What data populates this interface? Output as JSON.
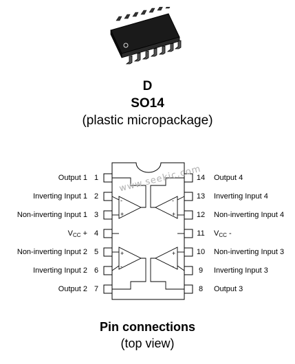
{
  "package": {
    "letter": "D",
    "name": "SO14",
    "description": "(plastic micropackage)"
  },
  "pins_left": [
    {
      "number": "1",
      "label": "Output 1"
    },
    {
      "number": "2",
      "label": "Inverting Input 1"
    },
    {
      "number": "3",
      "label": "Non-inverting Input 1"
    },
    {
      "number": "4",
      "label": "VCC +"
    },
    {
      "number": "5",
      "label": "Non-inverting Input 2"
    },
    {
      "number": "6",
      "label": "Inverting Input 2"
    },
    {
      "number": "7",
      "label": "Output 2"
    }
  ],
  "pins_right": [
    {
      "number": "14",
      "label": "Output 4"
    },
    {
      "number": "13",
      "label": "Inverting Input 4"
    },
    {
      "number": "12",
      "label": "Non-inverting Input 4"
    },
    {
      "number": "11",
      "label": "VCC -"
    },
    {
      "number": "10",
      "label": "Non-inverting Input 3"
    },
    {
      "number": "9",
      "label": "Inverting Input 3"
    },
    {
      "number": "8",
      "label": "Output 3"
    }
  ],
  "vcc": {
    "base": "V",
    "sub": "CC",
    "plus": "+",
    "minus": "-"
  },
  "amp_signs": {
    "plus": "+",
    "minus": "-"
  },
  "title": "Pin connections",
  "subtitle": "(top view)",
  "watermark": "www.seekic.com"
}
